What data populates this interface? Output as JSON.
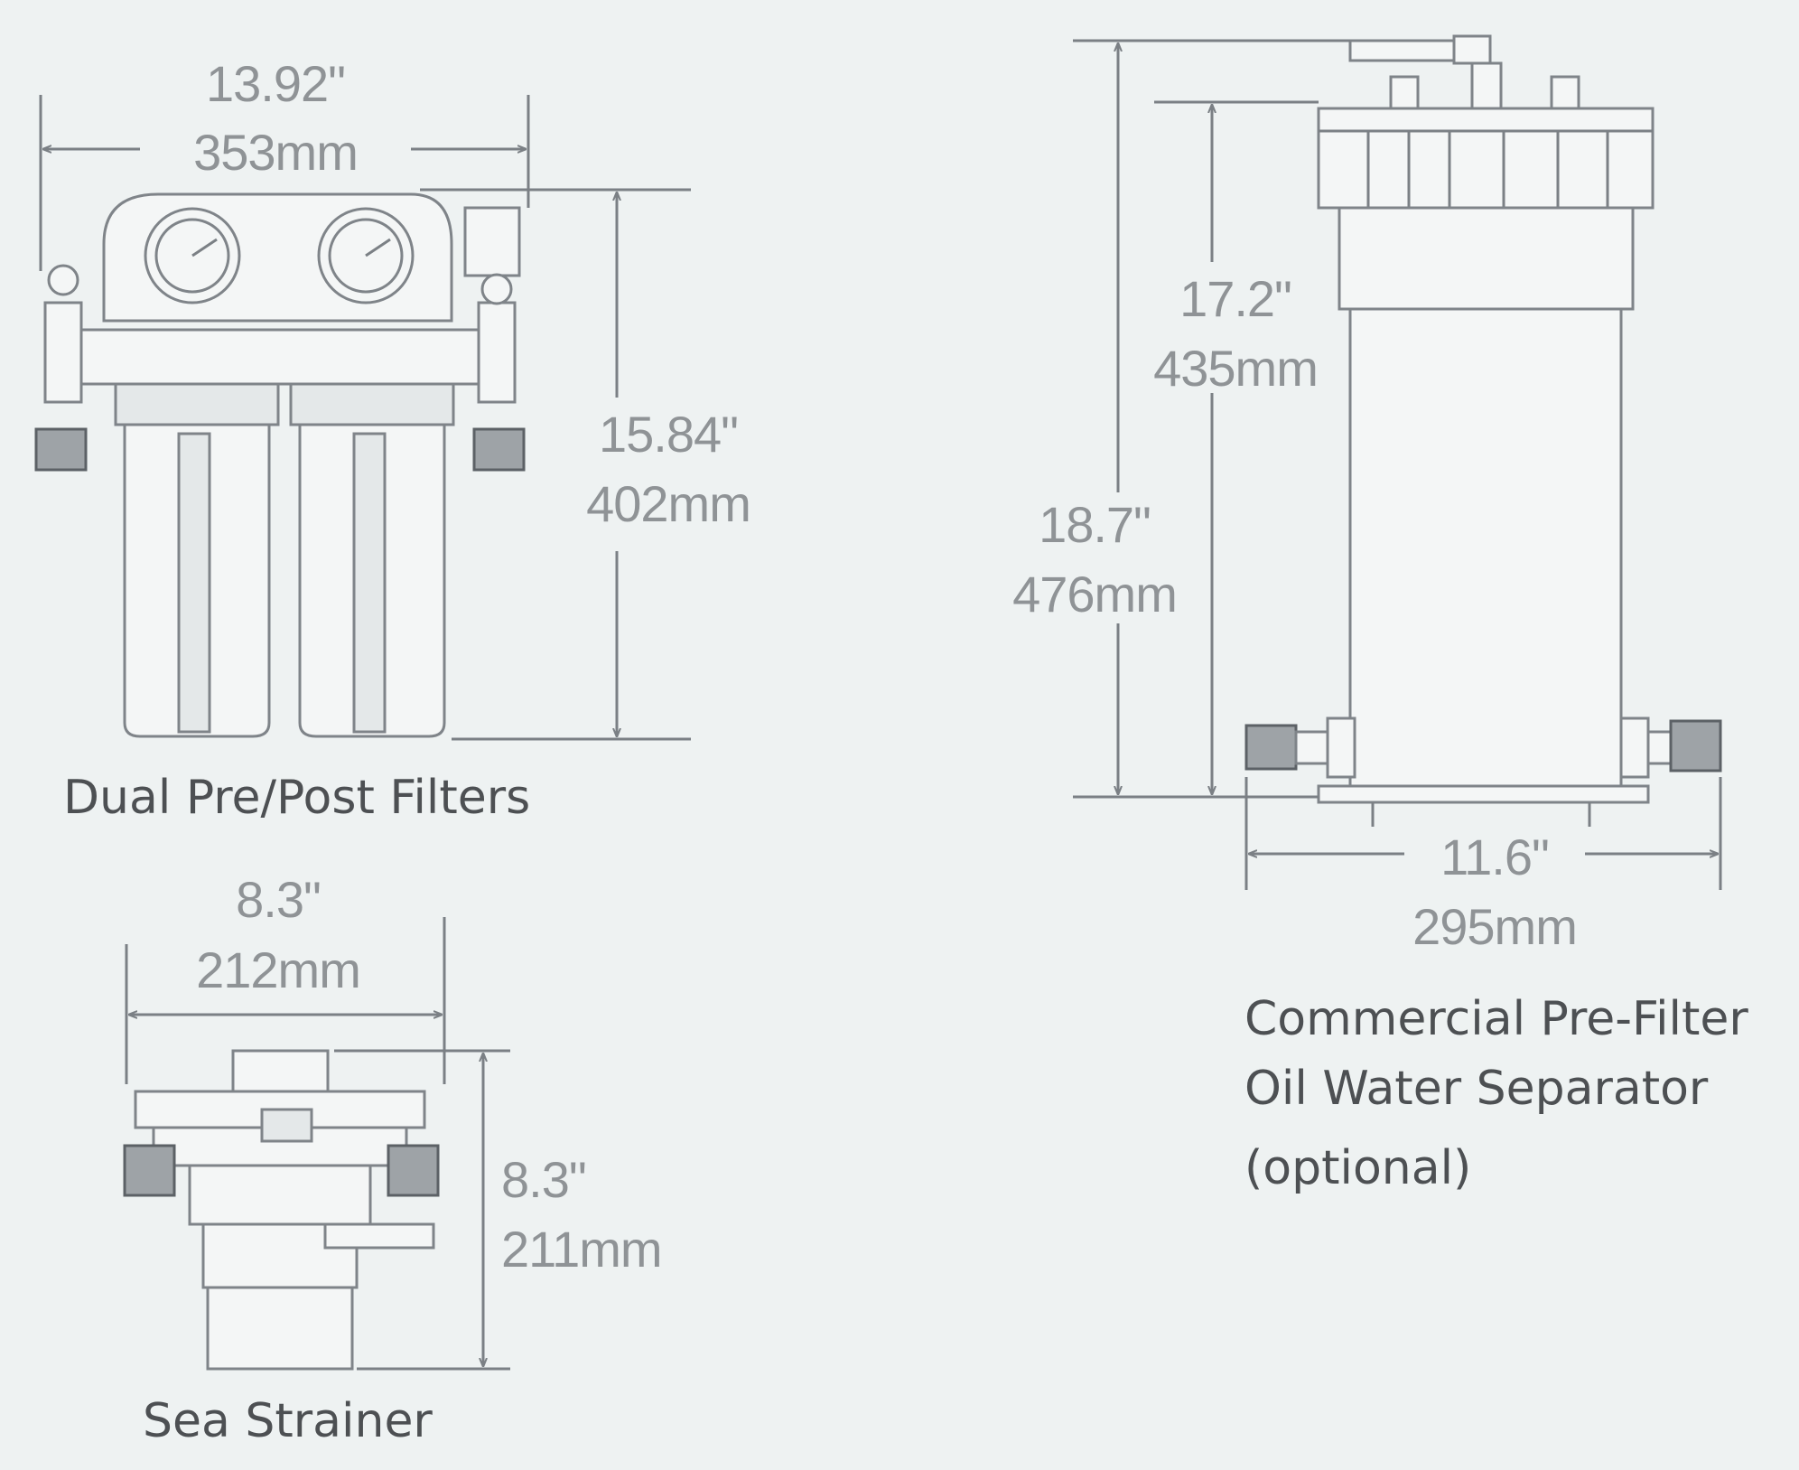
{
  "products": {
    "dual_filters": {
      "caption": "Dual Pre/Post Filters",
      "width_in": "13.92\"",
      "width_mm": "353mm",
      "height_in": "15.84\"",
      "height_mm": "402mm"
    },
    "sea_strainer": {
      "caption": "Sea Strainer",
      "width_in": "8.3\"",
      "width_mm": "212mm",
      "height_in": "8.3\"",
      "height_mm": "211mm"
    },
    "oil_water_separator": {
      "caption_line1": "Commercial Pre-Filter",
      "caption_line2": "Oil Water Separator",
      "caption_line3": "(optional)",
      "overall_height_in": "18.7\"",
      "overall_height_mm": "476mm",
      "body_height_in": "17.2\"",
      "body_height_mm": "435mm",
      "width_in": "11.6\"",
      "width_mm": "295mm"
    }
  },
  "colors": {
    "background": "#eef2f2",
    "line": "#7b8085",
    "dimension_text": "#8f9396",
    "caption_text": "#4d5053"
  }
}
